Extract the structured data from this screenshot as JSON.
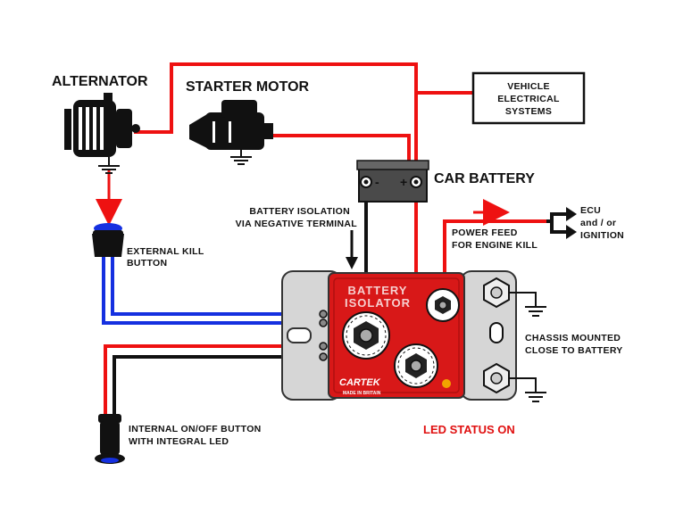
{
  "labels": {
    "alternator": "ALTERNATOR",
    "starter_motor": "STARTER MOTOR",
    "vehicle_line1": "VEHICLE",
    "vehicle_line2": "ELECTRICAL",
    "vehicle_line3": "SYSTEMS",
    "car_battery": "CAR BATTERY",
    "battery_minus": "-",
    "battery_plus": "+",
    "isolation_line1": "BATTERY ISOLATION",
    "isolation_line2": "VIA NEGATIVE TERMINAL",
    "kill_line1": "EXTERNAL KILL",
    "kill_line2": "BUTTON",
    "power_line1": "POWER FEED",
    "power_line2": "FOR ENGINE KILL",
    "ecu_line1": "ECU",
    "ecu_line2": "and / or",
    "ecu_line3": "IGNITION",
    "chassis_line1": "CHASSIS MOUNTED",
    "chassis_line2": "CLOSE TO BATTERY",
    "internal_line1": "INTERNAL ON/OFF BUTTON",
    "internal_line2": "WITH INTEGRAL LED",
    "led_status": "LED STATUS ON",
    "isolator_line1": "BATTERY",
    "isolator_line2": "ISOLATOR",
    "brand": "CARTEK",
    "made_in": "MADE IN BRITAIN"
  },
  "colors": {
    "wire_positive": "#ee1111",
    "wire_negative": "#111111",
    "wire_kill": "#1530e0",
    "isolator_body": "#d81818",
    "isolator_plate": "#d6d6d6",
    "led": "#f2a400"
  }
}
